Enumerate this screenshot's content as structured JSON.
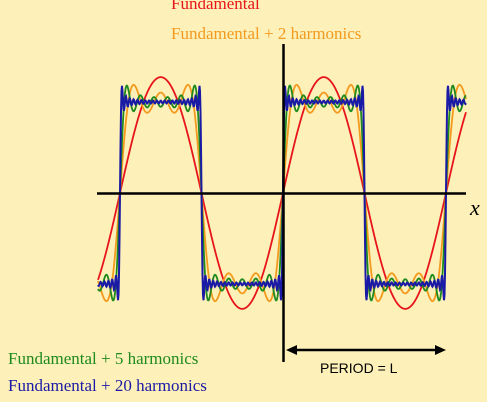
{
  "chart_data": {
    "type": "line",
    "xlabel": "x",
    "ylabel": "",
    "period_label": "PERIOD = L",
    "x_range_periods": [
      -1.1,
      1.1
    ],
    "y_range": [
      -1.35,
      1.35
    ],
    "grid": false,
    "series": [
      {
        "name": "Fundamental",
        "color": "#e8141c",
        "harmonics": 0,
        "points": [
          [
            0,
            0
          ],
          [
            0.25,
            1.27
          ],
          [
            0.5,
            0
          ],
          [
            0.75,
            -1.27
          ],
          [
            1,
            0
          ]
        ]
      },
      {
        "name": "Fundamental + 2 harmonics",
        "color": "#f39a1e",
        "harmonics": 2,
        "points": [
          [
            0,
            0
          ],
          [
            0.1,
            1.1
          ],
          [
            0.25,
            0.89
          ],
          [
            0.5,
            0
          ],
          [
            0.75,
            -0.89
          ],
          [
            1,
            0
          ]
        ]
      },
      {
        "name": "Fundamental + 5 harmonics",
        "color": "#1e8a1e",
        "harmonics": 5,
        "points": [
          [
            0,
            0
          ],
          [
            0.04,
            1.15
          ],
          [
            0.25,
            0.93
          ],
          [
            0.5,
            0
          ],
          [
            0.75,
            -0.93
          ],
          [
            1,
            0
          ]
        ]
      },
      {
        "name": "Fundamental + 20 harmonics",
        "color": "#1a1aa6",
        "harmonics": 20,
        "points": [
          [
            0,
            0
          ],
          [
            0.012,
            1.18
          ],
          [
            0.25,
            0.98
          ],
          [
            0.5,
            0
          ],
          [
            0.75,
            -0.98
          ],
          [
            1,
            0
          ]
        ]
      }
    ]
  }
}
